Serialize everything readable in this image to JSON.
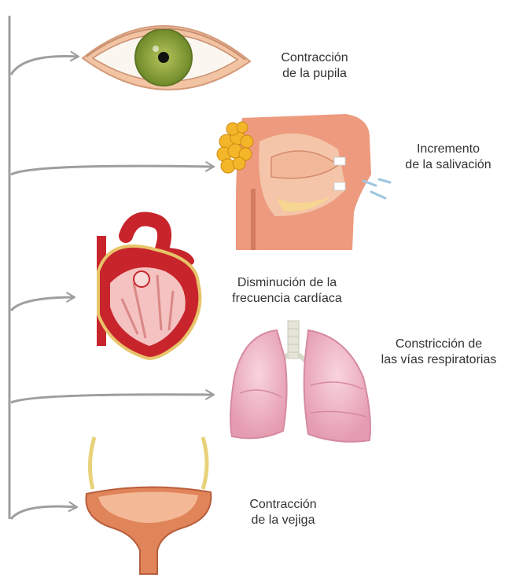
{
  "header": {
    "cropped_title": ""
  },
  "effects": [
    {
      "organ": "eye",
      "line1": "Contracción",
      "line2": "de la pupila"
    },
    {
      "organ": "salivary-gland",
      "line1": "Incremento",
      "line2": "de la salivación"
    },
    {
      "organ": "heart",
      "line1": "Disminución de la",
      "line2": "frecuencia cardíaca"
    },
    {
      "organ": "lungs",
      "line1": "Constricción de",
      "line2": "las vías respiratorias"
    },
    {
      "organ": "bladder",
      "line1": "Contracción",
      "line2": "de la vejiga"
    }
  ],
  "colors": {
    "nerve_line": "#9e9e9e",
    "skin": "#f2c4a4",
    "iris": "#8fa53a",
    "heart_red": "#c8242c",
    "lung_pink": "#f0b8c8",
    "bladder": "#e0845a"
  }
}
